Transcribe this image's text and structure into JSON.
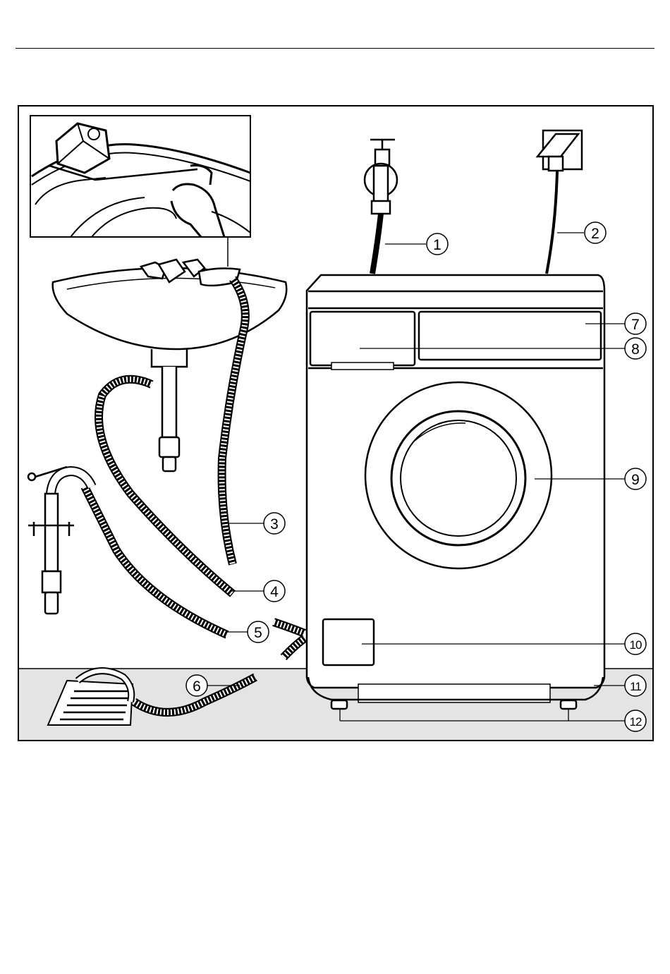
{
  "figure": {
    "callouts": [
      {
        "id": "1",
        "label": "1"
      },
      {
        "id": "2",
        "label": "2"
      },
      {
        "id": "3",
        "label": "3"
      },
      {
        "id": "4",
        "label": "4"
      },
      {
        "id": "5",
        "label": "5"
      },
      {
        "id": "6",
        "label": "6"
      },
      {
        "id": "7",
        "label": "7"
      },
      {
        "id": "8",
        "label": "8"
      },
      {
        "id": "9",
        "label": "9"
      },
      {
        "id": "10",
        "label": "10"
      },
      {
        "id": "11",
        "label": "11"
      },
      {
        "id": "12",
        "label": "12"
      }
    ]
  },
  "colors": {
    "line": "#000000",
    "floor": "#e4e4e4",
    "paper": "#ffffff"
  }
}
